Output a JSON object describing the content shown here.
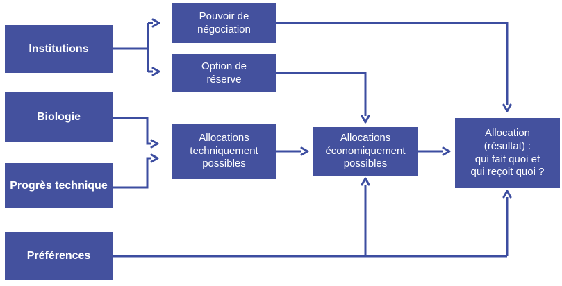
{
  "diagram": {
    "colors": {
      "box": "#44519e",
      "arrow": "#3c4da0",
      "text": "#ffffff",
      "background": "#ffffff"
    },
    "nodes": {
      "institutions": {
        "label": "Institutions"
      },
      "biologie": {
        "label": "Biologie"
      },
      "progres_technique": {
        "label": "Progrès technique"
      },
      "preferences": {
        "label": "Préférences"
      },
      "pouvoir_negociation": {
        "label": "Pouvoir de\nnégociation"
      },
      "option_reserve": {
        "label": "Option de\nréserve"
      },
      "allocations_techniquement": {
        "label": "Allocations\ntechniquement\npossibles"
      },
      "allocations_economiquement": {
        "label": "Allocations\néconomiquement\npossibles"
      },
      "allocation_resultat": {
        "label": "Allocation\n(résultat) :\nqui fait quoi et\nqui reçoit quoi ?"
      }
    },
    "edges": [
      {
        "from": "Institutions",
        "to": "Pouvoir de négociation"
      },
      {
        "from": "Institutions",
        "to": "Option de réserve"
      },
      {
        "from": "Biologie",
        "to": "Allocations techniquement possibles"
      },
      {
        "from": "Progrès technique",
        "to": "Allocations techniquement possibles"
      },
      {
        "from": "Pouvoir de négociation",
        "to": "Allocation (résultat)"
      },
      {
        "from": "Option de réserve",
        "to": "Allocations économiquement possibles"
      },
      {
        "from": "Allocations techniquement possibles",
        "to": "Allocations économiquement possibles"
      },
      {
        "from": "Allocations économiquement possibles",
        "to": "Allocation (résultat)"
      },
      {
        "from": "Préférences",
        "to": "Allocations économiquement possibles"
      },
      {
        "from": "Préférences",
        "to": "Allocation (résultat)"
      }
    ]
  }
}
